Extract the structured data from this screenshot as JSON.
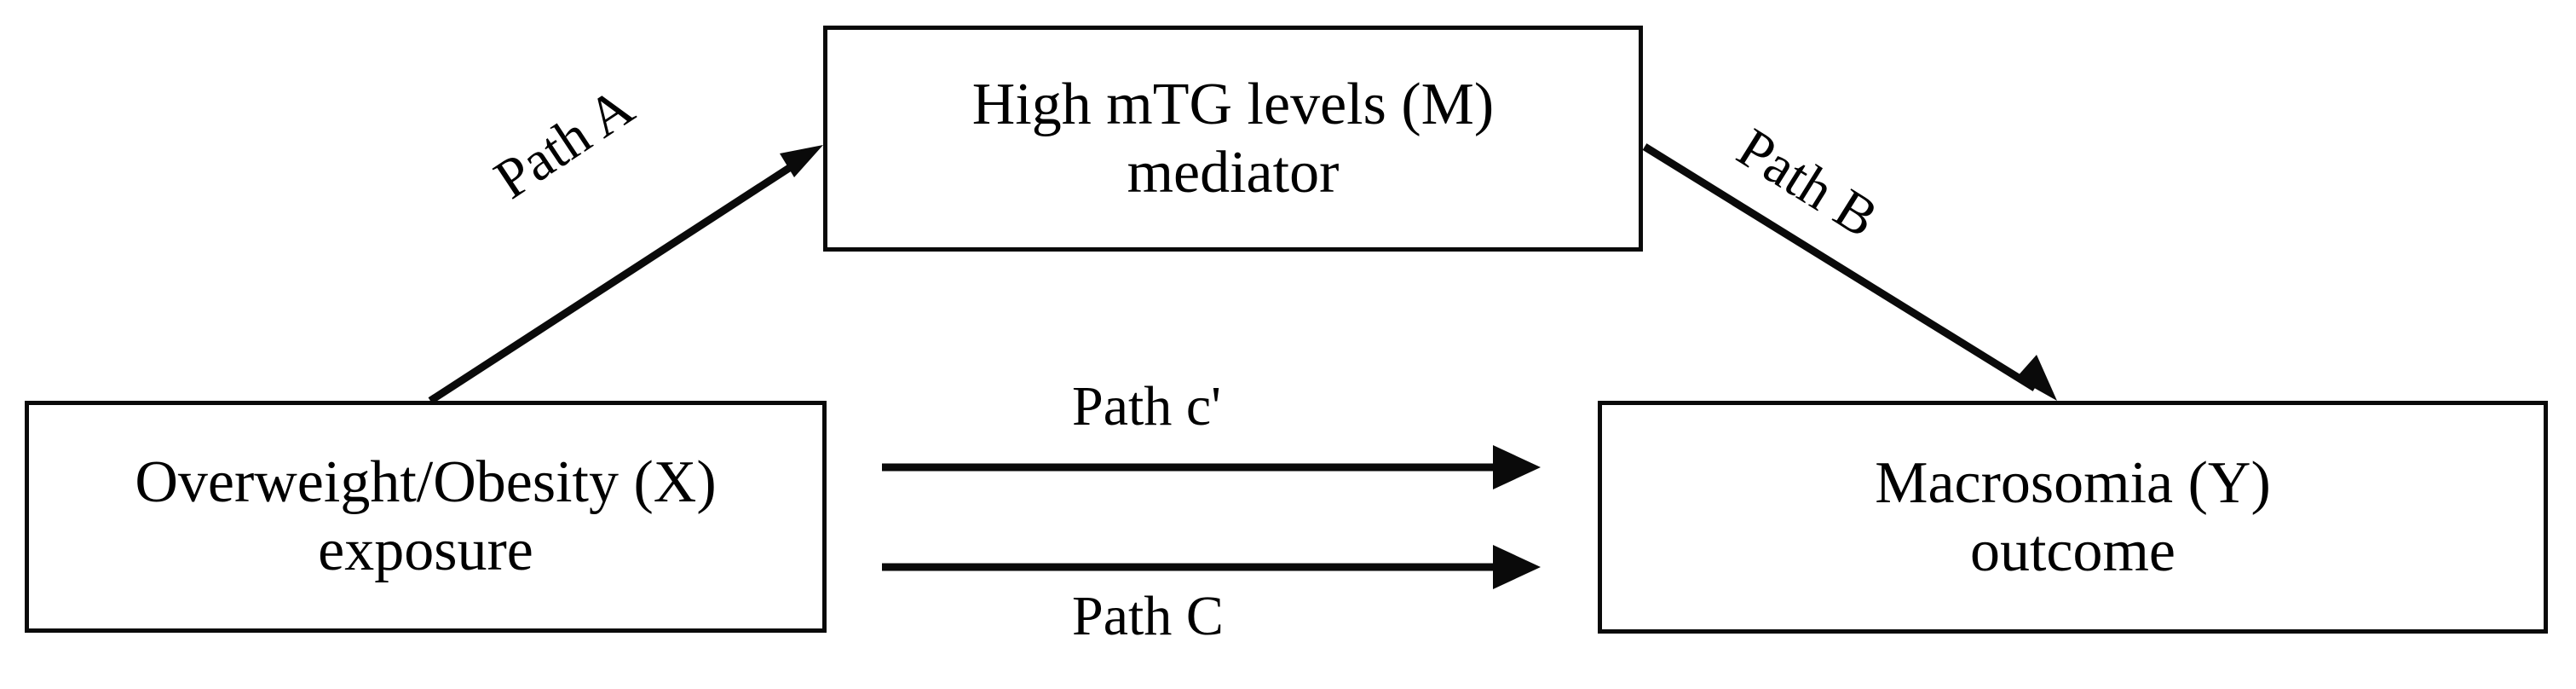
{
  "diagram": {
    "type": "mediation-model",
    "background_color": "#ffffff",
    "ink_color": "#000000",
    "nodes": [
      {
        "id": "exposure",
        "role": "exposure",
        "line1": "Overweight/Obesity (X)",
        "line2": "exposure"
      },
      {
        "id": "mediator",
        "role": "mediator",
        "line1": "High mTG levels (M)",
        "line2": "mediator"
      },
      {
        "id": "outcome",
        "role": "outcome",
        "line1": "Macrosomia (Y)",
        "line2": "outcome"
      }
    ],
    "edges": [
      {
        "id": "path-a",
        "label": "Path A",
        "from": "exposure",
        "to": "mediator",
        "style": "solid-arrow",
        "orientation": "diagonal-up"
      },
      {
        "id": "path-b",
        "label": "Path B",
        "from": "mediator",
        "to": "outcome",
        "style": "solid-arrow",
        "orientation": "diagonal-down"
      },
      {
        "id": "path-c-prime",
        "label": "Path c'",
        "from": "exposure",
        "to": "outcome",
        "style": "solid-arrow",
        "orientation": "horizontal"
      },
      {
        "id": "path-c",
        "label": "Path C",
        "from": "exposure",
        "to": "outcome",
        "style": "solid-arrow",
        "orientation": "horizontal"
      }
    ]
  }
}
